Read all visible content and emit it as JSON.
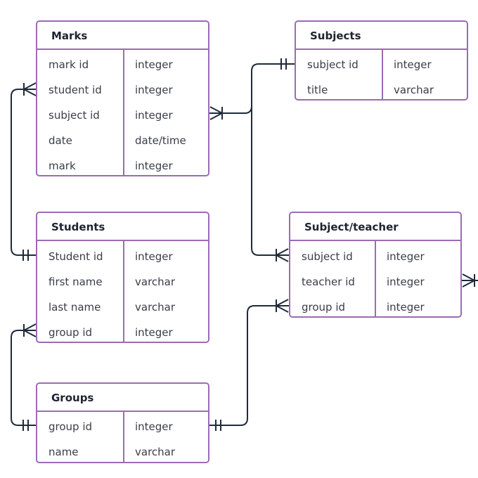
{
  "colors": {
    "border": "#9b6bb5",
    "line": "#1f2a3a",
    "text": "#3a3d48"
  },
  "entities": {
    "marks": {
      "title": "Marks",
      "fields": [
        {
          "name": "mark id",
          "type": "integer"
        },
        {
          "name": "student id",
          "type": "integer"
        },
        {
          "name": "subject id",
          "type": "integer"
        },
        {
          "name": "date",
          "type": "date/time"
        },
        {
          "name": "mark",
          "type": "integer"
        }
      ]
    },
    "subjects": {
      "title": "Subjects",
      "fields": [
        {
          "name": "subject id",
          "type": "integer"
        },
        {
          "name": "title",
          "type": "varchar"
        }
      ]
    },
    "students": {
      "title": "Students",
      "fields": [
        {
          "name": "Student id",
          "type": "integer"
        },
        {
          "name": "first name",
          "type": "varchar"
        },
        {
          "name": "last name",
          "type": "varchar"
        },
        {
          "name": "group id",
          "type": "integer"
        }
      ]
    },
    "subject_teacher": {
      "title": "Subject/teacher",
      "fields": [
        {
          "name": "subject id",
          "type": "integer"
        },
        {
          "name": "teacher id",
          "type": "integer"
        },
        {
          "name": "group id",
          "type": "integer"
        }
      ]
    },
    "groups": {
      "title": "Groups",
      "fields": [
        {
          "name": "group id",
          "type": "integer"
        },
        {
          "name": "name",
          "type": "varchar"
        }
      ]
    }
  },
  "relationships": [
    {
      "from": "students.Student id",
      "from_cardinality": "one",
      "to": "marks.student id",
      "to_cardinality": "many"
    },
    {
      "from": "subjects.subject id",
      "from_cardinality": "one",
      "to": "marks.subject id",
      "to_cardinality": "many"
    },
    {
      "from": "subjects.subject id",
      "from_cardinality": "one",
      "to": "subject_teacher.subject id",
      "to_cardinality": "many"
    },
    {
      "from": "groups.group id",
      "from_cardinality": "one",
      "to": "students.group id",
      "to_cardinality": "many"
    },
    {
      "from": "groups.group id",
      "from_cardinality": "one",
      "to": "subject_teacher.group id",
      "to_cardinality": "many"
    },
    {
      "from": "subject_teacher.teacher id",
      "from_cardinality": "many",
      "to": "offscreen",
      "to_cardinality": ""
    }
  ]
}
